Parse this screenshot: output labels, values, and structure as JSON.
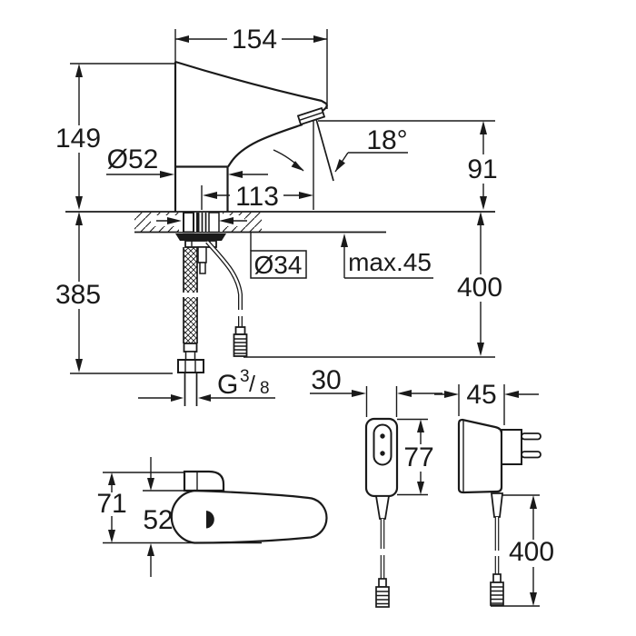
{
  "labels": {
    "spout_reach": "154",
    "height": "149",
    "base_diameter": "Ø52",
    "sensor_distance": "113",
    "spray_angle": "18°",
    "outlet_height": "91",
    "max_thickness": "max.45",
    "hole_diameter": "Ø34",
    "hose_length": "385",
    "cable_length": "400",
    "thread_g": "G",
    "thread_numerator": "3",
    "thread_slash": "/",
    "thread_denominator": "8",
    "psu_width": "30",
    "psu_height": "77",
    "psu_depth": "45",
    "psu_cable_length": "400",
    "top_width_total": "71",
    "top_width_body": "52"
  },
  "colors": {
    "ink": "#1a1a1a",
    "background": "#ffffff"
  }
}
